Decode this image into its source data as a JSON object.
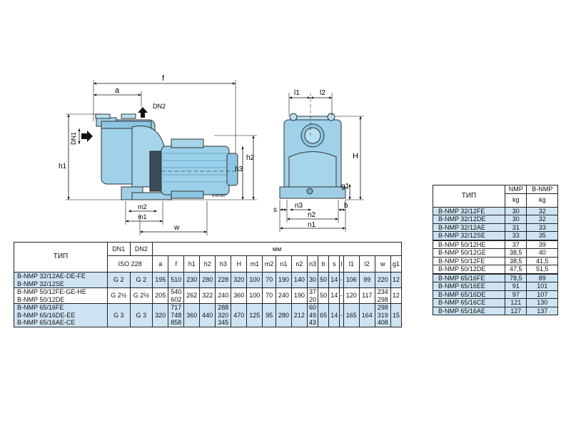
{
  "drawing": {
    "front_labels": [
      "f",
      "a",
      "DN2",
      "DN1",
      "h1",
      "h2",
      "h3",
      "m2",
      "m1",
      "w"
    ],
    "code": "4.93.067",
    "side_labels": [
      "l1",
      "l2",
      "H",
      "g1",
      "s",
      "n3",
      "b",
      "n2",
      "n1"
    ]
  },
  "main_table": {
    "type_header": "ТИП",
    "dn1": "DN1",
    "dn2": "DN2",
    "iso": "ISO 228",
    "mm": "мм",
    "columns": [
      "a",
      "f",
      "h1",
      "h2",
      "h3",
      "H",
      "m1",
      "m2",
      "n1",
      "n2",
      "n3",
      "b",
      "s",
      "l",
      "l1",
      "l2",
      "w",
      "g1"
    ],
    "groups": [
      {
        "types": [
          "B-NMP 32/12AE-DE-FE",
          "B-NMP 32/12SE"
        ],
        "dn1": "G 2",
        "dn2": "G 2",
        "values": [
          "195",
          "510",
          "230",
          "280",
          "228",
          "320",
          "100",
          "70",
          "190",
          "140",
          "30",
          "50",
          "14",
          "-",
          "106",
          "99",
          "220",
          "12"
        ]
      },
      {
        "types": [
          "B-NMP 50/12FE-GE-HE",
          "B-NMP 50/12DE"
        ],
        "dn1": "G 2½",
        "dn2": "G 2½",
        "values": [
          "205",
          "540\n602",
          "262",
          "322",
          "240",
          "360",
          "100",
          "70",
          "240",
          "190",
          "37\n20",
          "50",
          "14",
          "-",
          "120",
          "117",
          "234\n298",
          "12"
        ]
      },
      {
        "types": [
          "B-NMP 65/16FE",
          "B-NMP 65/16DE-EE",
          "B-NMP 65/16AE-CE"
        ],
        "dn1": "G 3",
        "dn2": "G 3",
        "values": [
          "320",
          "717\n748\n858",
          "360",
          "440",
          "288\n320\n345",
          "470",
          "125",
          "95",
          "280",
          "212",
          "60\n49\n43",
          "65",
          "14",
          "-",
          "165",
          "164",
          "298\n319\n408",
          "15"
        ]
      }
    ]
  },
  "weight_table": {
    "type_header": "ТИП",
    "col1": "NMP",
    "col2": "B-NMP",
    "unit": "kg",
    "groups": [
      {
        "rows": [
          [
            "B-NMP 32/12FE",
            "30",
            "32"
          ],
          [
            "B-NMP 32/12DE",
            "30",
            "32"
          ],
          [
            "B-NMP 32/12AE",
            "31",
            "33"
          ],
          [
            "B-NMP 32/12SE",
            "33",
            "35"
          ]
        ]
      },
      {
        "rows": [
          [
            "B-NMP 50/12HE",
            "37",
            "39"
          ],
          [
            "B-NMP 50/12GE",
            "38,5",
            "40"
          ],
          [
            "B-NMP 50/12FE",
            "38,5",
            "41,5"
          ],
          [
            "B-NMP 50/12DE",
            "47,5",
            "51,5"
          ]
        ]
      },
      {
        "rows": [
          [
            "B-NMP 65/16FE",
            "78,5",
            "89"
          ],
          [
            "B-NMP 65/16EE",
            "91",
            "101"
          ],
          [
            "B-NMP 65/16DE",
            "97",
            "107"
          ],
          [
            "B-NMP 65/16CE",
            "121",
            "130"
          ],
          [
            "B-NMP 65/16AE",
            "127",
            "137"
          ]
        ]
      }
    ]
  }
}
